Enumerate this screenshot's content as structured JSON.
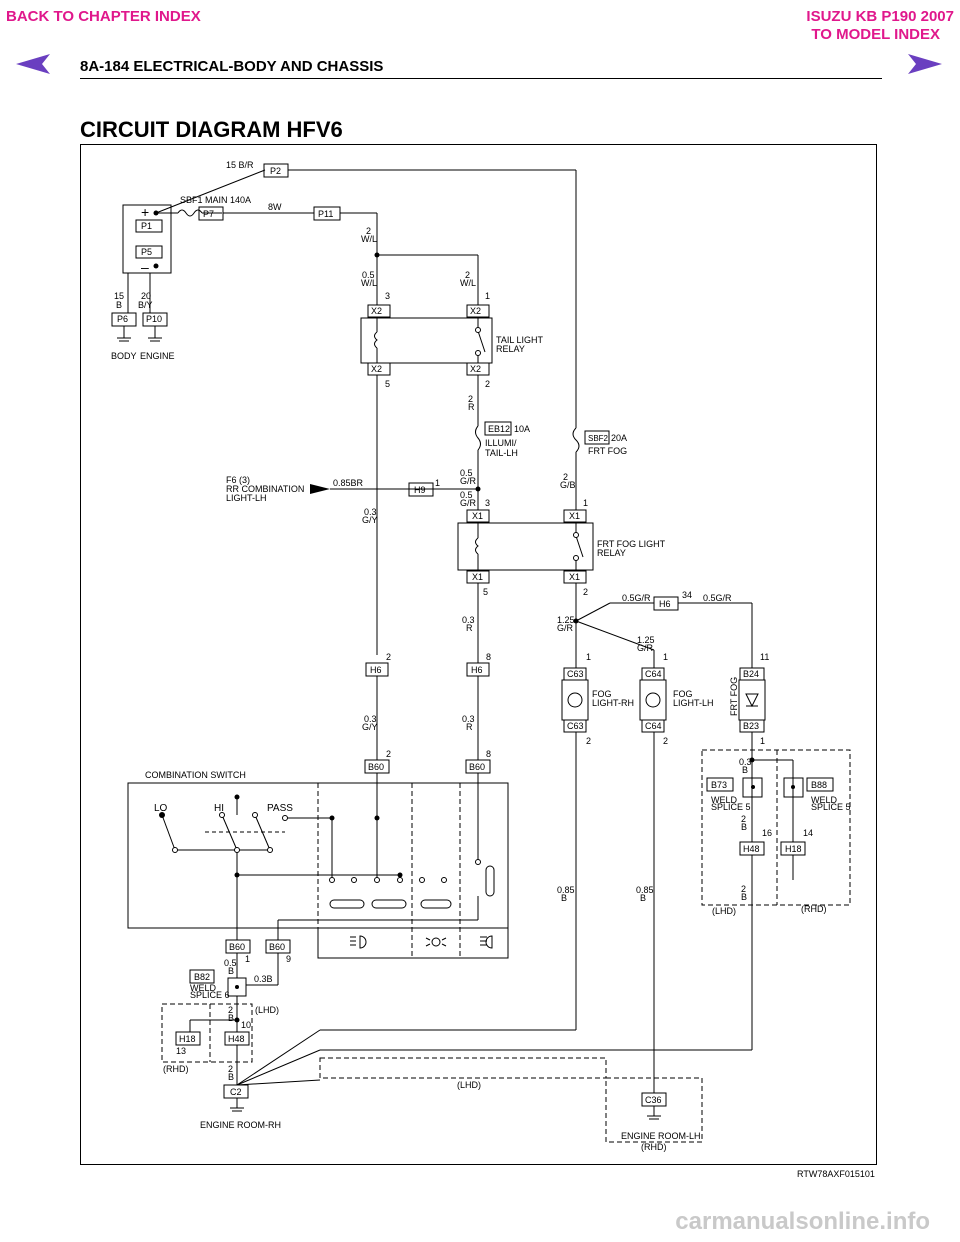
{
  "header": {
    "back_link": "BACK TO CHAPTER INDEX",
    "model_line1": "ISUZU KB P190 2007",
    "model_line2": "TO MODEL INDEX",
    "page_title": "8A-184  ELECTRICAL-BODY AND CHASSIS",
    "link_color": "#e0188c",
    "arrow_color": "#6a3fc0"
  },
  "section_title": "CIRCUIT DIAGRAM HFV6",
  "diagram": {
    "ref": "RTW78AXF015101",
    "battery": {
      "plus": "+",
      "minus": "–",
      "p1": "P1",
      "p5": "P5",
      "p6": "P6",
      "p10": "P10",
      "body": "BODY",
      "engine": "ENGINE",
      "w1_size": "15",
      "w1_col": "B",
      "w2_size": "20",
      "w2_col": "B/Y"
    },
    "p2": "P2",
    "p2_wire": "15 B/R",
    "p7": "P7",
    "fuse_main": "SBF1 MAIN 140A",
    "p11": "P11",
    "p11_wire": "8W",
    "wl_size": "2",
    "wl_col": "W/L",
    "wl05_size": "0.5",
    "tail_relay": {
      "pin3": "3",
      "pin1": "1",
      "x2": "X2",
      "pin5": "5",
      "pin2": "2",
      "name1": "TAIL LIGHT",
      "name2": "RELAY"
    },
    "r2_size": "2",
    "r2_col": "R",
    "eb12": "EB12",
    "eb12_amp": "10A",
    "eb12_n1": "ILLUMI/",
    "eb12_n2": "TAIL-LH",
    "sbf2": "SBF2",
    "sbf2_amp": "20A",
    "sbf2_name": "FRT FOG",
    "f6_1": "F6 (3)",
    "f6_2": "RR COMBINATION",
    "f6_3": "LIGHT-LH",
    "br_wire": "0.85BR",
    "h9": "H9",
    "h9_pin": "1",
    "gr05_size": "0.5",
    "gr_col": "G/R",
    "gb_size": "2",
    "gb_col": "G/B",
    "gy_size": "0.3",
    "gy_col": "G/Y",
    "fog_relay": {
      "x1": "X1",
      "pin3": "3",
      "pin1": "1",
      "pin5": "5",
      "pin2": "2",
      "name1": "FRT FOG LIGHT",
      "name2": "RELAY"
    },
    "h6": "H6",
    "h6_pin34": "34",
    "gr_small": "0.5G/R",
    "gr125_size": "1.25",
    "r03_size": "0.3",
    "r03_col": "R",
    "h6_pin2": "2",
    "h6_pin8": "8",
    "c63": "C63",
    "c64": "C64",
    "b24": "B24",
    "b23": "B23",
    "pin1": "1",
    "pin2": "2",
    "pin11": "11",
    "fog_rh1": "FOG",
    "fog_rh2": "LIGHT-RH",
    "fog_lh1": "FOG",
    "fog_lh2": "LIGHT-LH",
    "frt_fog": "FRT FOG",
    "b60": "B60",
    "combo_switch": "COMBINATION SWITCH",
    "lo": "LO",
    "hi": "HI",
    "pass": "PASS",
    "b73": "B73",
    "b88": "B88",
    "weld5a": "WELD",
    "weld5b": "SPLICE 5",
    "b03_size": "0.3",
    "b_col": "B",
    "b2_size": "2",
    "h48": "H48",
    "h18": "H18",
    "pin16": "16",
    "pin14": "14",
    "pin9": "9",
    "pin10": "10",
    "pin13": "13",
    "lhd": "(LHD)",
    "rhd": "(RHD)",
    "b085_size": "0.85",
    "b05_size": "0.5",
    "b03b": "0.3B",
    "b82": "B82",
    "weld6a": "WELD",
    "weld6b": "SPLICE 6",
    "c2": "C2",
    "c36": "C36",
    "room_rh": "ENGINE ROOM-RH",
    "room_lh": "ENGINE ROOM-LH"
  },
  "watermark": "carmanualsonline.info"
}
